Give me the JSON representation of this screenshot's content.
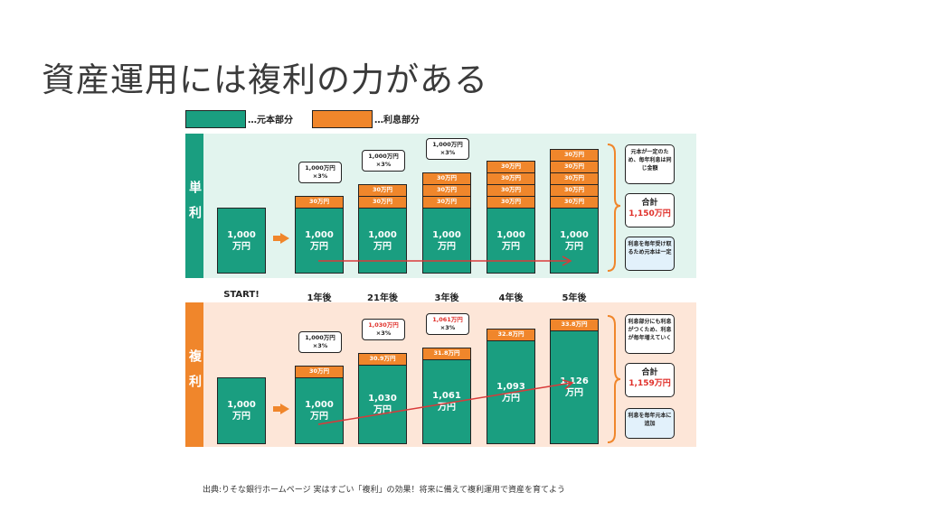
{
  "title": "資産運用には複利の力がある",
  "legend": {
    "principal": "…元本部分",
    "interest": "…利息部分"
  },
  "x_labels": [
    "START!",
    "1年後",
    "21年後",
    "3年後",
    "4年後",
    "5年後"
  ],
  "simple": {
    "side_label": "単利",
    "bars": [
      {
        "label": "1,000\n万円",
        "segments": []
      },
      {
        "label": "1,000\n万円",
        "segments": [
          "30万円"
        ]
      },
      {
        "label": "1,000\n万円",
        "segments": [
          "30万円",
          "30万円"
        ]
      },
      {
        "label": "1,000\n万円",
        "segments": [
          "30万円",
          "30万円",
          "30万円"
        ]
      },
      {
        "label": "1,000\n万円",
        "segments": [
          "30万円",
          "30万円",
          "30万円",
          "30万円"
        ]
      },
      {
        "label": "1,000\n万円",
        "segments": [
          "30万円",
          "30万円",
          "30万円",
          "30万円",
          "30万円"
        ]
      }
    ],
    "bubbles": [
      {
        "line1": "1,000万円",
        "line2": "×3%",
        "red": false
      },
      {
        "line1": "1,000万円",
        "line2": "×3%",
        "red": false
      },
      {
        "line1": "1,000万円",
        "line2": "×3%",
        "red": false
      }
    ],
    "note_top": "元本が一定のため、毎年利息は同じ金額",
    "total_label": "合計",
    "total_value": "1,150万円",
    "note_bottom": "利息を毎年受け取るため元本は一定"
  },
  "compound": {
    "side_label": "複利",
    "bars": [
      {
        "label": "1,000\n万円",
        "segment": ""
      },
      {
        "label": "1,000\n万円",
        "segment": "30万円"
      },
      {
        "label": "1,030\n万円",
        "segment": "30.9万円"
      },
      {
        "label": "1,061\n万円",
        "segment": "31.8万円"
      },
      {
        "label": "1,093\n万円",
        "segment": "32.8万円"
      },
      {
        "label": "1,126\n万円",
        "segment": "33.8万円"
      }
    ],
    "bubbles": [
      {
        "line1": "1,000万円",
        "line2": "×3%",
        "red": false
      },
      {
        "line1": "1,030万円",
        "line2": "×3%",
        "red": true
      },
      {
        "line1": "1,061万円",
        "line2": "×3%",
        "red": true
      }
    ],
    "note_top": "利息部分にも利息がつくため、利息が毎年増えていく",
    "total_label": "合計",
    "total_value": "1,159万円",
    "note_bottom": "利息を毎年元本に追加"
  },
  "source": "出典:りそな銀行ホームページ 実はすごい「複利」の効果！将来に備えて複利運用で資産を育てよう",
  "colors": {
    "principal": "#1a9e80",
    "interest": "#f0862b",
    "simple_bg": "#e2f4ee",
    "compound_bg": "#fde6d8",
    "side_green": "#1a9e80",
    "side_orange": "#f0862b",
    "arrow": "#d93a3a"
  }
}
